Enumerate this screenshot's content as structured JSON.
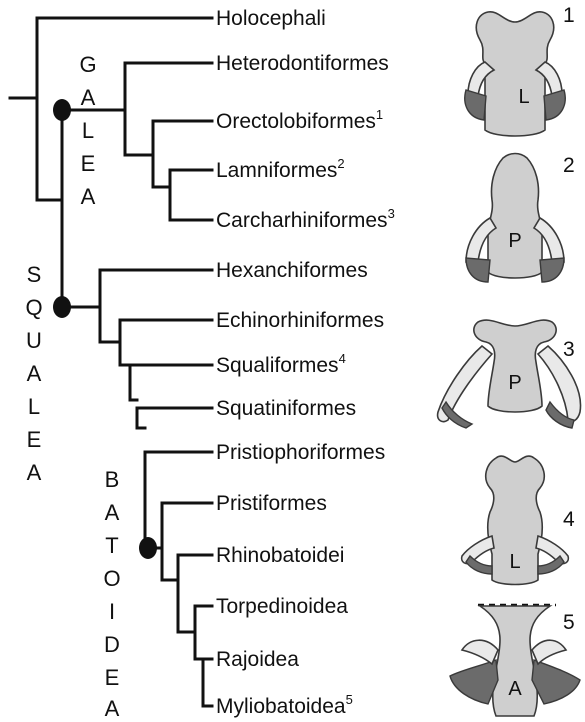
{
  "tree": {
    "taxa": [
      {
        "id": "holocephali",
        "name": "Holocephali",
        "sup": ""
      },
      {
        "id": "heterodontiformes",
        "name": "Heterodontiformes",
        "sup": ""
      },
      {
        "id": "orectolobiformes",
        "name": "Orectolobiformes",
        "sup": "1"
      },
      {
        "id": "lamniformes",
        "name": "Lamniformes",
        "sup": "2"
      },
      {
        "id": "carcharhiniformes",
        "name": "Carcharhiniformes",
        "sup": "3"
      },
      {
        "id": "hexanchiformes",
        "name": "Hexanchiformes",
        "sup": ""
      },
      {
        "id": "echinorhiniformes",
        "name": "Echinorhiniformes",
        "sup": ""
      },
      {
        "id": "squaliformes",
        "name": "Squaliformes",
        "sup": "4"
      },
      {
        "id": "squatiniformes",
        "name": "Squatiniformes",
        "sup": ""
      },
      {
        "id": "pristiophoriformes",
        "name": "Pristiophoriformes",
        "sup": ""
      },
      {
        "id": "pristiformes",
        "name": "Pristiformes",
        "sup": ""
      },
      {
        "id": "rhinobatoidei",
        "name": "Rhinobatoidei",
        "sup": ""
      },
      {
        "id": "torpedinoidea",
        "name": "Torpedinoidea",
        "sup": ""
      },
      {
        "id": "rajoidea",
        "name": "Rajoidea",
        "sup": ""
      },
      {
        "id": "myliobatoidea",
        "name": "Myliobatoidea",
        "sup": "5"
      }
    ],
    "clades": {
      "galea": [
        "G",
        "A",
        "L",
        "E",
        "A"
      ],
      "squalea": [
        "S",
        "Q",
        "U",
        "A",
        "L",
        "E",
        "A"
      ],
      "batoidea": [
        "B",
        "A",
        "T",
        "O",
        "I",
        "D",
        "E",
        "A"
      ]
    }
  },
  "panels": [
    {
      "number": "1",
      "letter": "L"
    },
    {
      "number": "2",
      "letter": "P"
    },
    {
      "number": "3",
      "letter": "P"
    },
    {
      "number": "4",
      "letter": "L"
    },
    {
      "number": "5",
      "letter": "A"
    }
  ]
}
